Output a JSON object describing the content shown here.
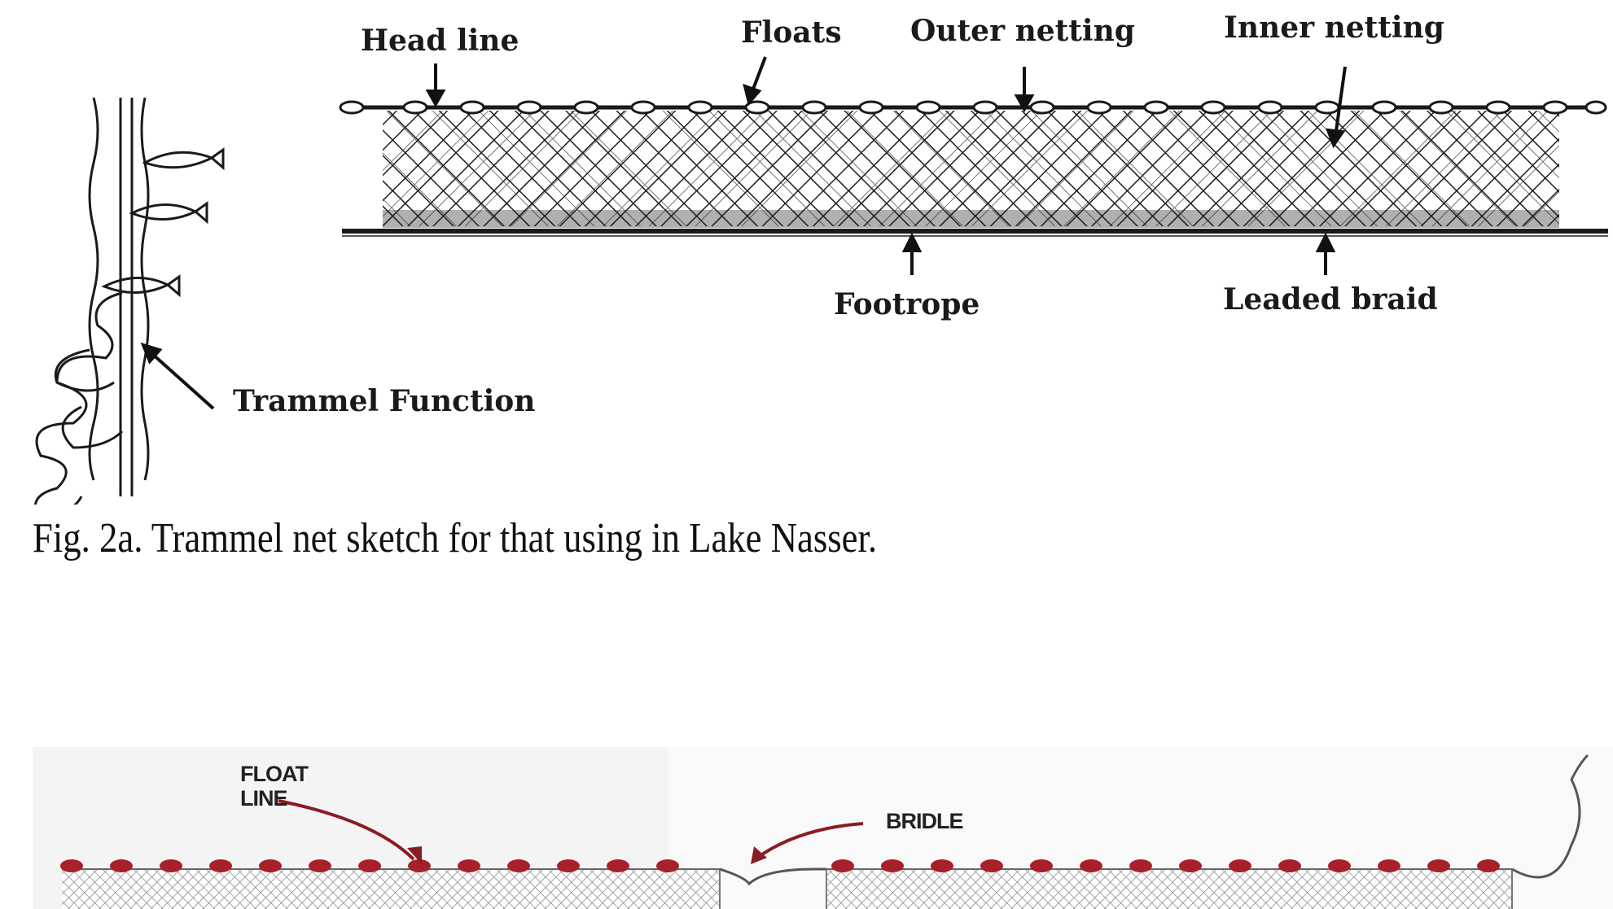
{
  "figure_a": {
    "labels": {
      "head_line": "Head line",
      "floats": "Floats",
      "outer_netting": "Outer netting",
      "inner_netting": "Inner netting",
      "footrope": "Footrope",
      "leaded_braid": "Leaded braid",
      "trammel_function": "Trammel Function"
    },
    "caption": "Fig. 2a. Trammel net sketch for that using in Lake Nasser."
  },
  "figure_b": {
    "labels": {
      "float_line_1": "FLOAT",
      "float_line_2": "LINE",
      "bridle": "BRIDLE"
    },
    "colors": {
      "floats": "#a8202a",
      "arrows": "#8a1c24",
      "mesh": "#888888"
    }
  }
}
